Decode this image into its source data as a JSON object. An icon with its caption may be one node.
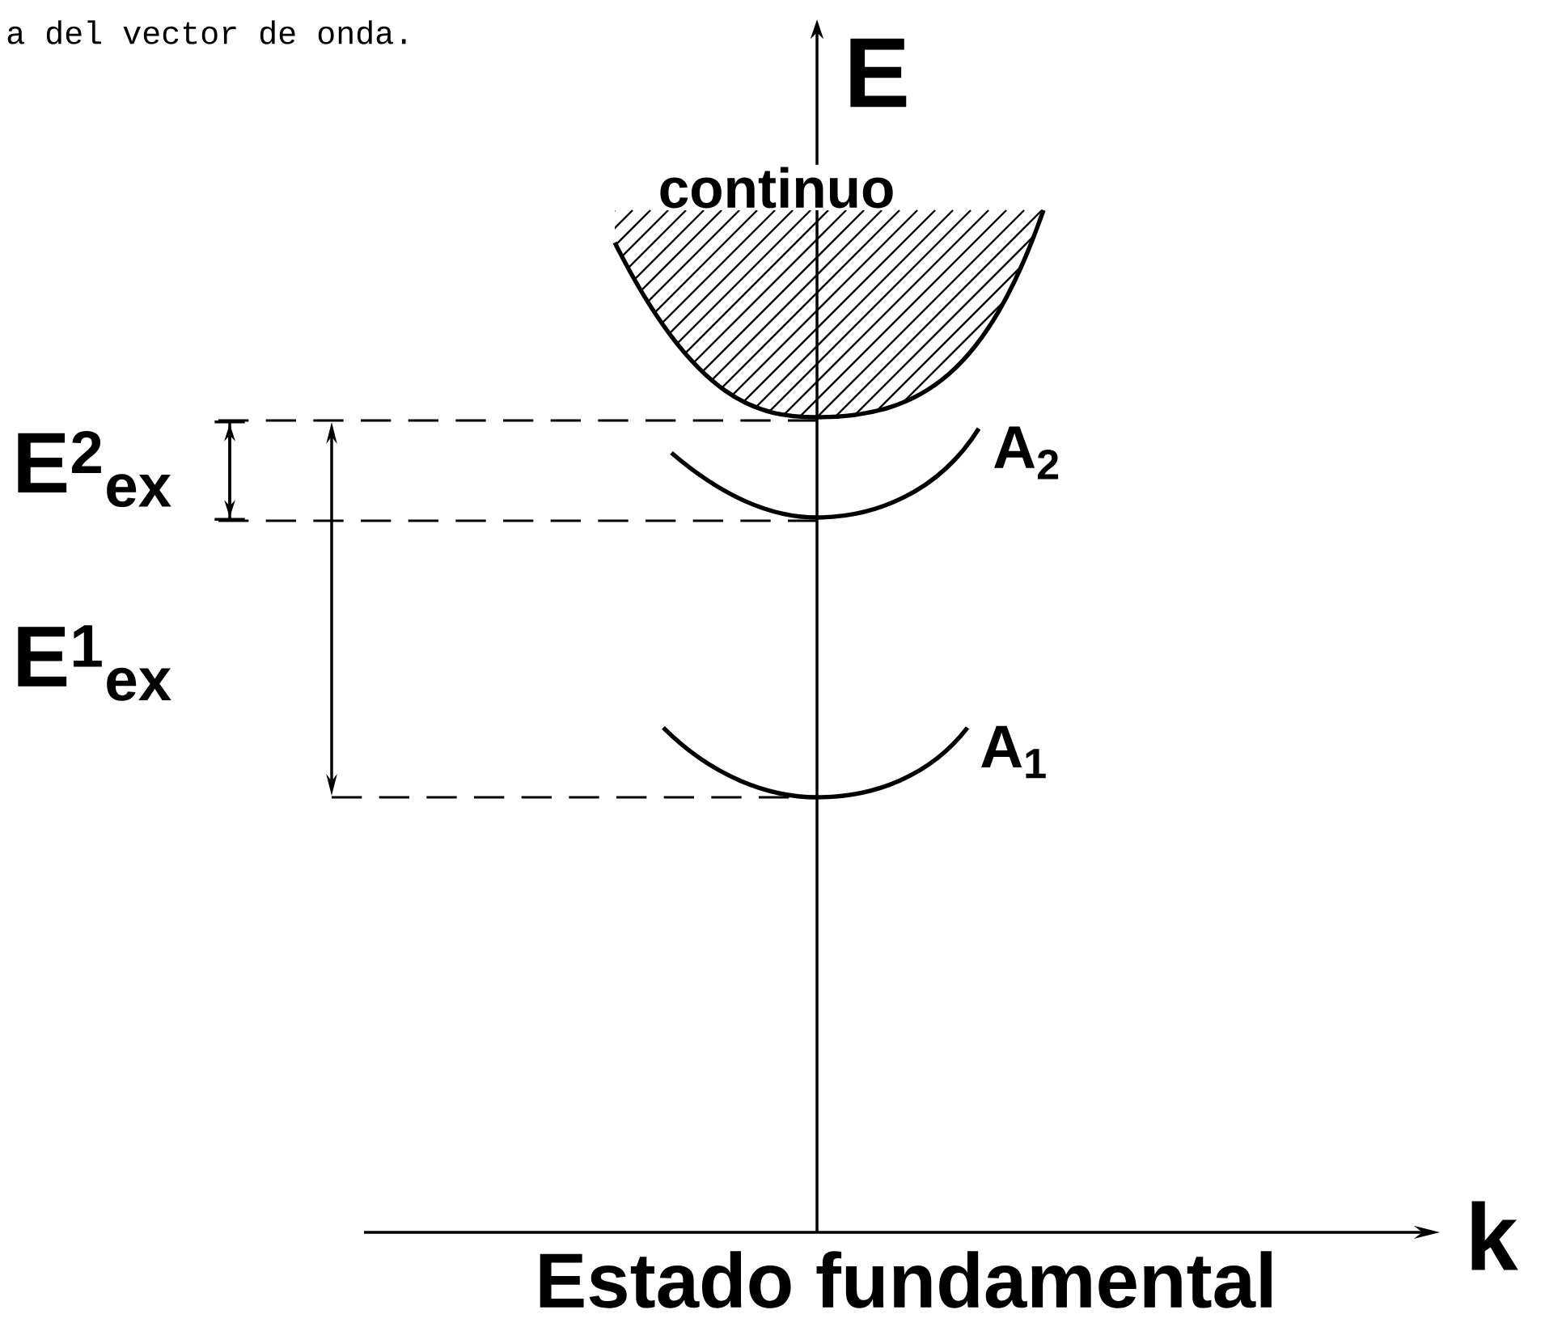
{
  "diagram": {
    "labels": [
      "a del vector de onda.",
      "E",
      "continuo",
      "E$^{2}$$_{ex}$",
      "A$_{2}$",
      "E$^{1}$$_{ex}$",
      "A$_{1}$",
      "k",
      "Estado fundamental"
    ]
  }
}
